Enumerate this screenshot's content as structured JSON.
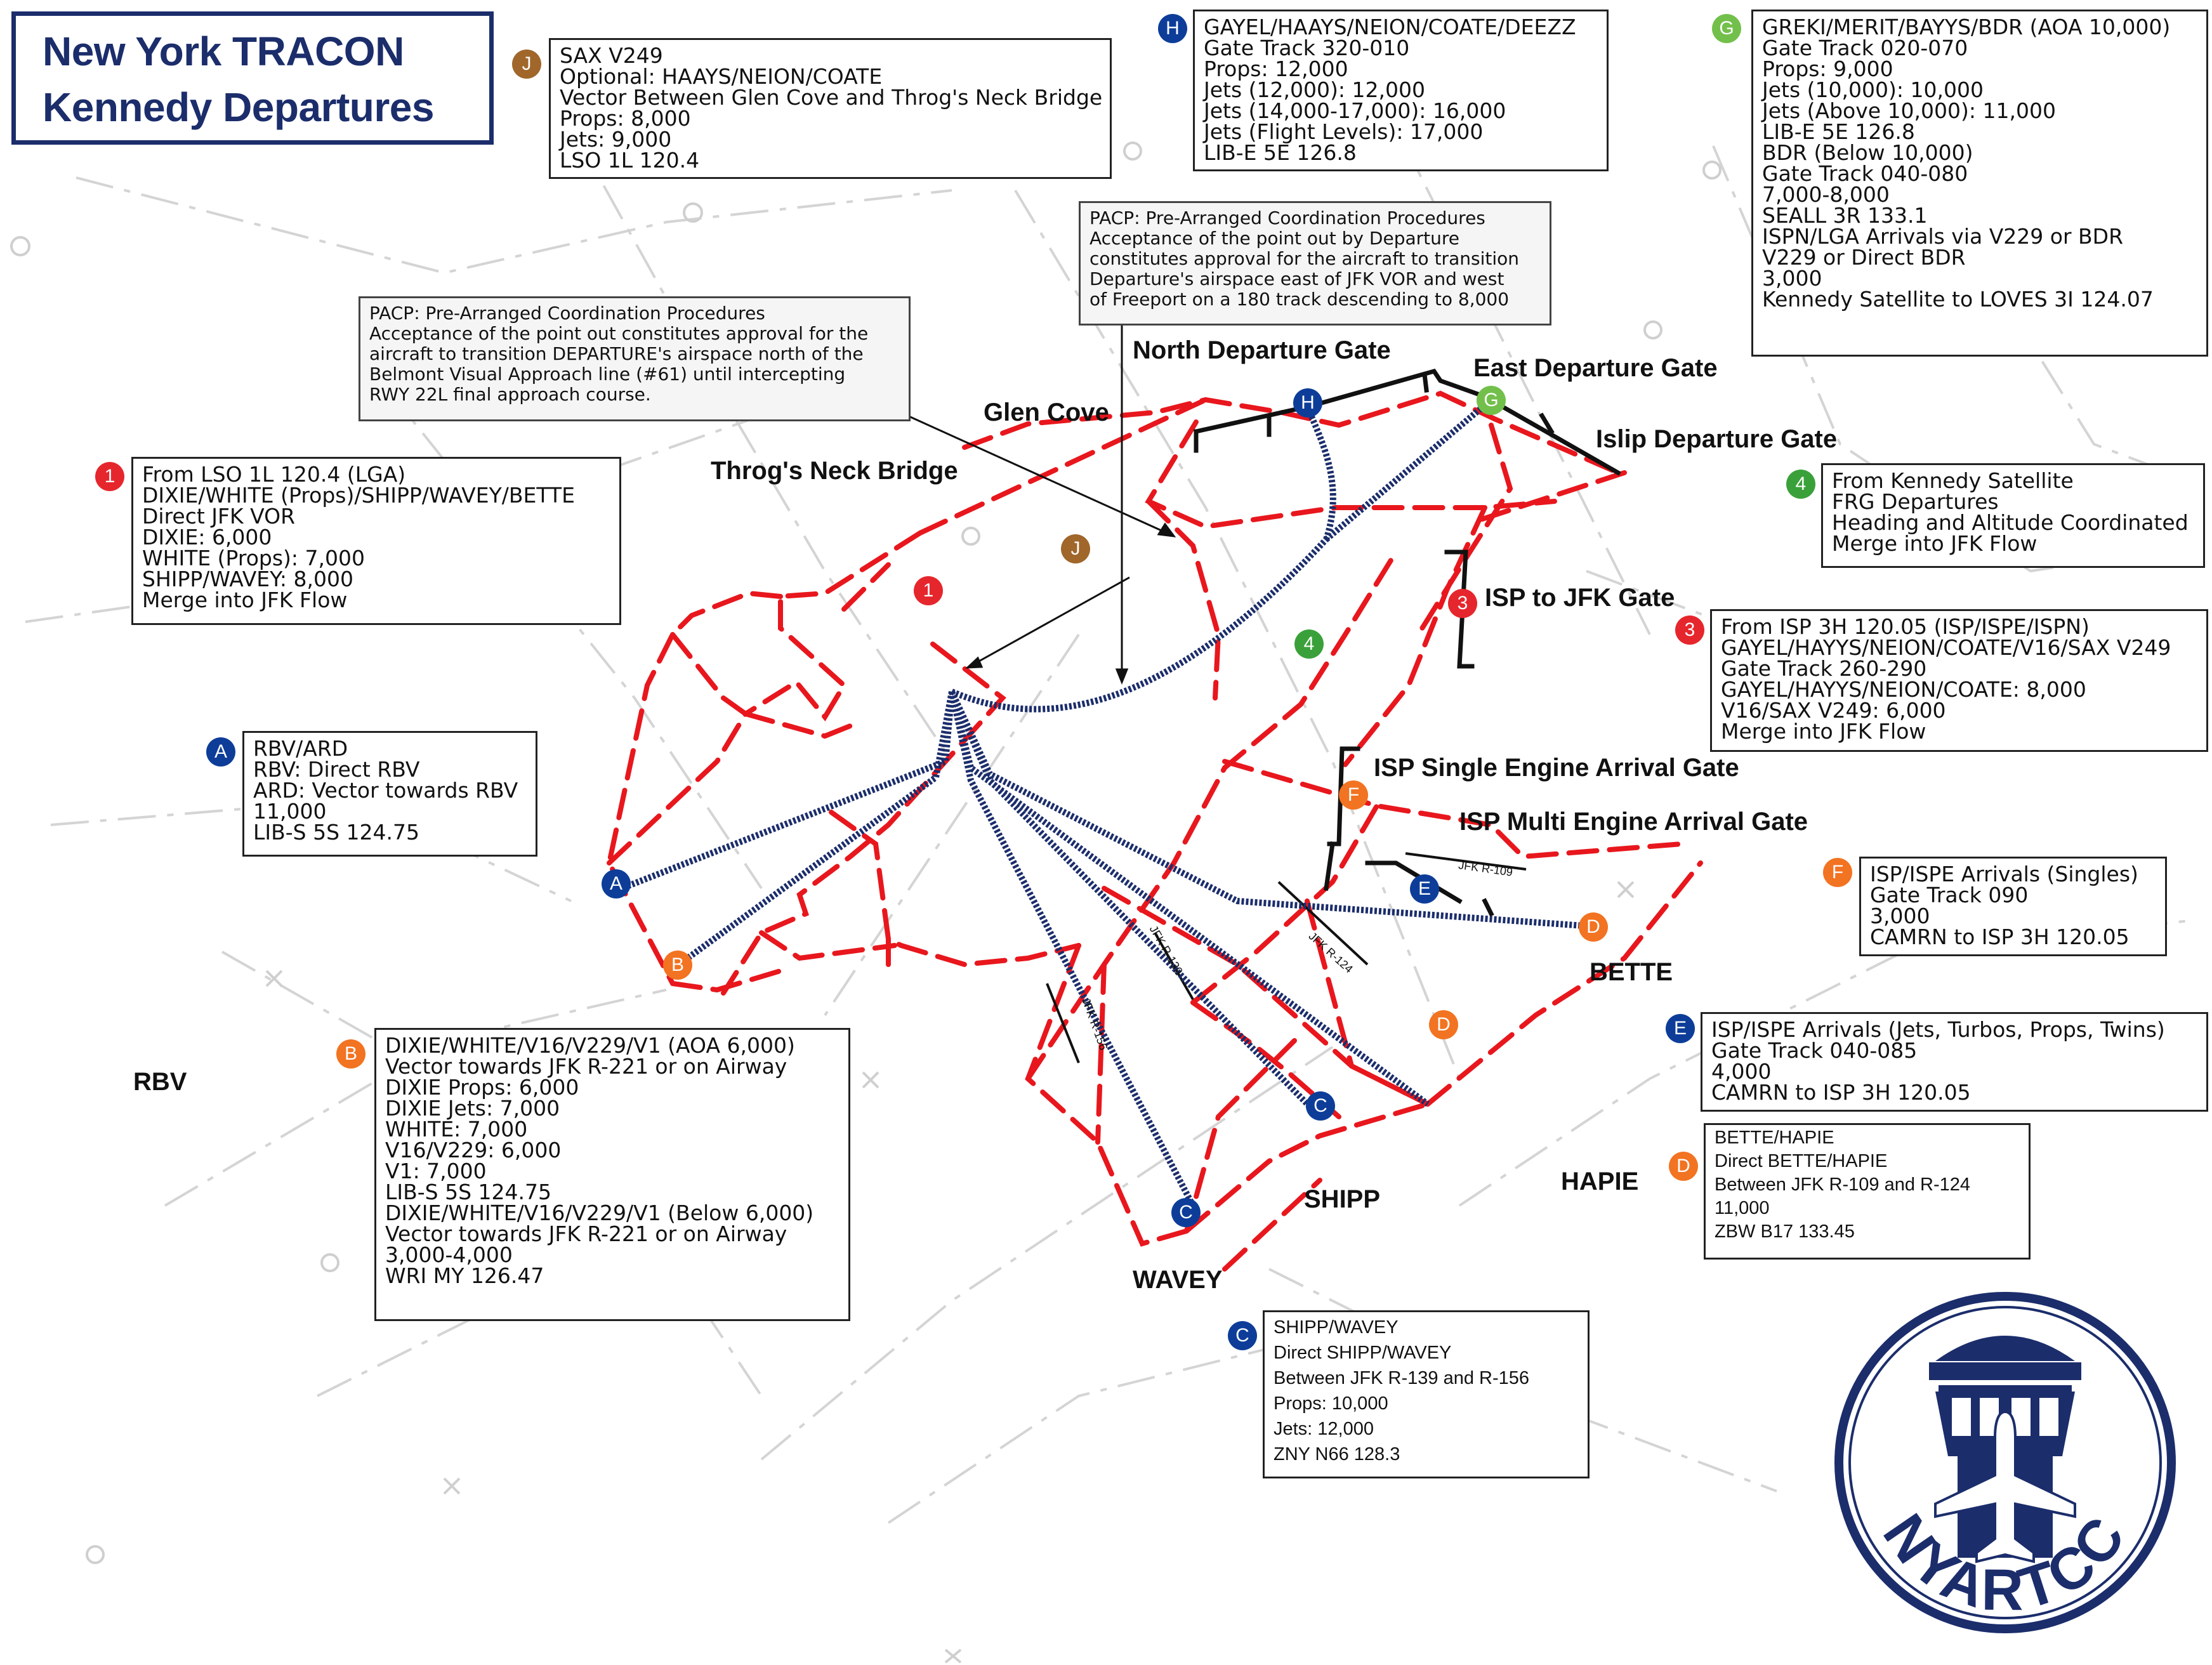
{
  "title": {
    "line1": "New York TRACON",
    "line2": "Kennedy Departures"
  },
  "colors": {
    "airspace_boundary": "#e8171d",
    "departure_route": "#1b2d6b",
    "gate_line": "#111111",
    "badge_blue": "#0d3d99",
    "badge_orange": "#f27321",
    "badge_red": "#e6262d",
    "badge_green": "#3aa13a",
    "badge_lightgreen": "#72c04b",
    "badge_brown": "#a0662a",
    "background_chart": "#d4d4d4"
  },
  "map_labels": {
    "glen_cove": "Glen Cove",
    "throgs_neck": "Throg's Neck Bridge",
    "north_gate": "North Departure Gate",
    "east_gate": "East Departure Gate",
    "islip_gate": "Islip Departure Gate",
    "isp_to_jfk": "ISP to JFK Gate",
    "isp_single": "ISP Single Engine Arrival Gate",
    "isp_multi": "ISP Multi Engine Arrival Gate",
    "bette": "BETTE",
    "hapie": "HAPIE",
    "shipp": "SHIPP",
    "wavey": "WAVEY",
    "rbv": "RBV"
  },
  "radials": {
    "r109": "JFK R-109",
    "r124": "JFK R-124",
    "r139": "JFK R-139",
    "r156": "JFK R-156"
  },
  "badges": {
    "J": "J",
    "H": "H",
    "G": "G",
    "one": "1",
    "four": "4",
    "three": "3",
    "A": "A",
    "B": "B",
    "C": "C",
    "D": "D",
    "E": "E",
    "F": "F"
  },
  "boxes": {
    "J": {
      "lines": [
        "SAX V249",
        "Optional: HAAYS/NEION/COATE",
        "Vector Between Glen Cove and Throg's Neck Bridge",
        "Props: 8,000",
        "Jets: 9,000",
        "LSO 1L 120.4"
      ]
    },
    "H": {
      "lines": [
        "GAYEL/HAAYS/NEION/COATE/DEEZZ",
        "Gate Track 320-010",
        "Props: 12,000",
        "Jets (12,000): 12,000",
        "Jets (14,000-17,000): 16,000",
        "Jets (Flight Levels): 17,000",
        "LIB-E 5E 126.8"
      ]
    },
    "G": {
      "lines": [
        "GREKI/MERIT/BAYYS/BDR (AOA 10,000)",
        "Gate Track 020-070",
        "Props: 9,000",
        "Jets (10,000): 10,000",
        "Jets (Above 10,000): 11,000",
        "LIB-E 5E 126.8",
        "",
        "BDR (Below 10,000)",
        "Gate Track 040-080",
        "7,000-8,000",
        "SEALL 3R 133.1",
        "",
        "ISPN/LGA Arrivals via V229 or BDR",
        "V229 or Direct BDR",
        "3,000",
        "Kennedy Satellite to LOVES 3I 124.07"
      ]
    },
    "pacp1": {
      "lines": [
        "PACP: Pre-Arranged Coordination Procedures",
        "Acceptance of the point out constitutes approval for the",
        "aircraft to transition DEPARTURE's airspace north of the",
        "Belmont Visual Approach line (#61) until intercepting",
        "RWY 22L final approach course."
      ]
    },
    "pacp2": {
      "lines": [
        "PACP: Pre-Arranged Coordination Procedures",
        "Acceptance of the point out by Departure",
        "constitutes approval for the aircraft to transition",
        "Departure's airspace east of JFK VOR and west",
        "of Freeport on a 180 track descending to 8,000"
      ]
    },
    "one": {
      "lines": [
        "From LSO 1L 120.4 (LGA)",
        "DIXIE/WHITE (Props)/SHIPP/WAVEY/BETTE",
        "Direct JFK VOR",
        "DIXIE: 6,000",
        "WHITE (Props): 7,000",
        "SHIPP/WAVEY: 8,000",
        "Merge into JFK Flow"
      ]
    },
    "four": {
      "lines": [
        "From Kennedy Satellite",
        "FRG Departures",
        "Heading and Altitude Coordinated",
        "Merge into JFK Flow"
      ]
    },
    "three": {
      "lines": [
        "From ISP 3H 120.05 (ISP/ISPE/ISPN)",
        "GAYEL/HAYYS/NEION/COATE/V16/SAX V249",
        "Gate Track 260-290",
        "GAYEL/HAYYS/NEION/COATE: 8,000",
        "V16/SAX V249: 6,000",
        "Merge into JFK Flow"
      ]
    },
    "A": {
      "lines": [
        "RBV/ARD",
        "RBV: Direct RBV",
        "ARD: Vector towards RBV",
        "11,000",
        "LIB-S 5S 124.75"
      ]
    },
    "F": {
      "lines": [
        "ISP/ISPE Arrivals (Singles)",
        "Gate Track 090",
        "3,000",
        "CAMRN to ISP 3H 120.05"
      ]
    },
    "E": {
      "lines": [
        "ISP/ISPE Arrivals (Jets, Turbos, Props, Twins)",
        "Gate Track 040-085",
        "4,000",
        "CAMRN to ISP 3H 120.05"
      ]
    },
    "D": {
      "lines": [
        "BETTE/HAPIE",
        "Direct BETTE/HAPIE",
        "Between JFK R-109 and R-124",
        "11,000",
        "ZBW B17 133.45"
      ]
    },
    "B": {
      "lines": [
        "DIXIE/WHITE/V16/V229/V1 (AOA 6,000)",
        "Vector towards JFK R-221 or on Airway",
        "DIXIE Props: 6,000",
        "DIXIE Jets: 7,000",
        "WHITE: 7,000",
        "V16/V229: 6,000",
        "V1: 7,000",
        "LIB-S 5S 124.75",
        "",
        "DIXIE/WHITE/V16/V229/V1 (Below 6,000)",
        "Vector towards JFK R-221 or on Airway",
        "3,000-4,000",
        "WRI MY 126.47"
      ]
    },
    "C": {
      "lines": [
        "SHIPP/WAVEY",
        "Direct SHIPP/WAVEY",
        "Between JFK R-139 and R-156",
        "Props: 10,000",
        "Jets: 12,000",
        "ZNY N66 128.3"
      ]
    }
  },
  "logo": {
    "text": "NYARTCC"
  }
}
